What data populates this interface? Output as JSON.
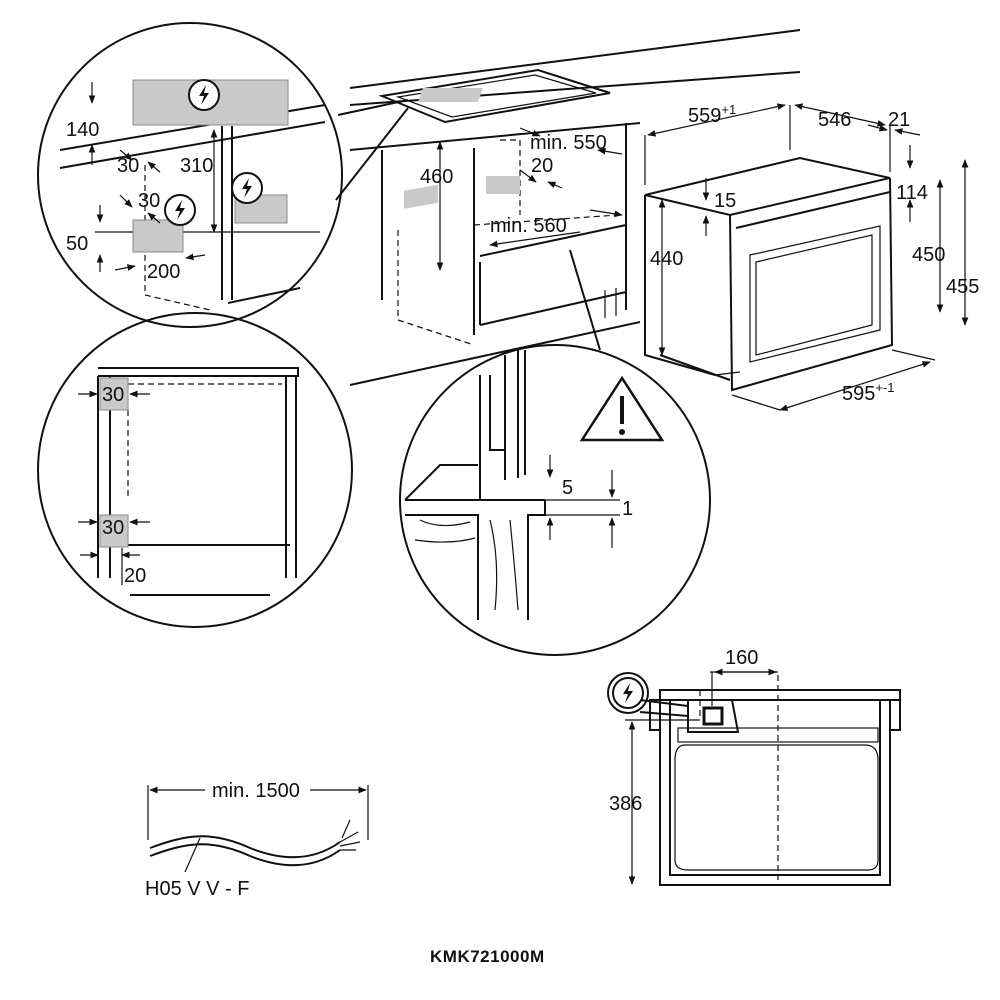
{
  "model": "KMK721000M",
  "cable": {
    "min_length": "min. 1500",
    "type": "H05 V V - F"
  },
  "detail_top_left": {
    "d140": "140",
    "d30a": "30",
    "d310": "310",
    "d30b": "30",
    "d50": "50",
    "d200": "200"
  },
  "cabinet": {
    "d460": "460",
    "min550": "min. 550",
    "d20": "20",
    "min560": "min. 560"
  },
  "detail_side": {
    "d30_top": "30",
    "d30_bottom": "30",
    "d20": "20"
  },
  "detail_edge": {
    "d5": "5",
    "d1": "1"
  },
  "appliance": {
    "width_depth": "559",
    "width_depth_tol": "+1",
    "d546": "546",
    "d21": "21",
    "d15": "15",
    "d440": "440",
    "d114": "114",
    "d450": "450",
    "d455": "455",
    "d595": "595",
    "d595_tol": "+-1"
  },
  "front_view": {
    "d160": "160",
    "d386": "386"
  },
  "icons": [
    "electrical-connection-icon",
    "warning-triangle-icon"
  ]
}
